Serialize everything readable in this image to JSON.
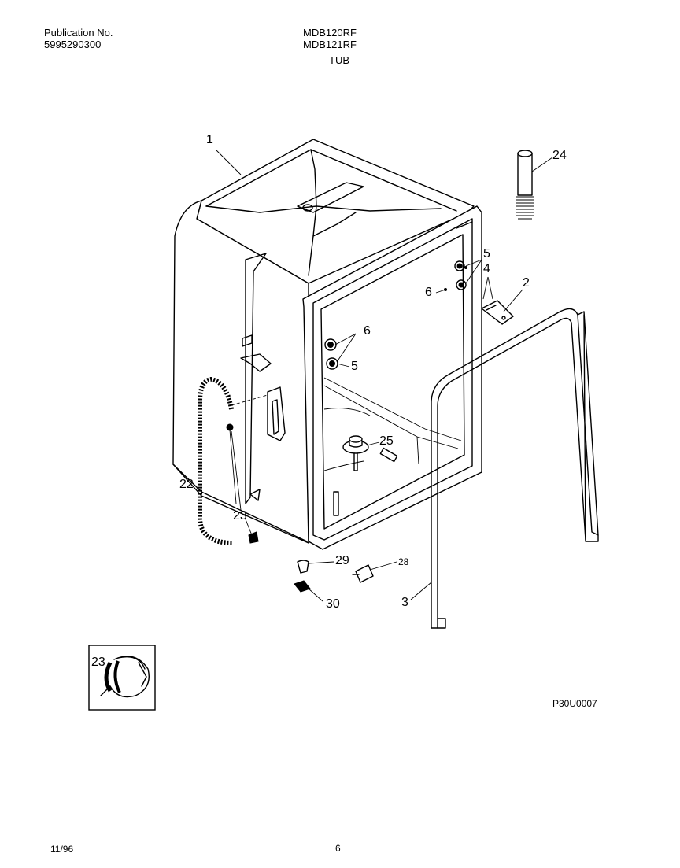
{
  "header": {
    "publication_label": "Publication No.",
    "publication_number": "5995290300",
    "model_1": "MDB120RF",
    "model_2": "MDB121RF",
    "section_title": "TUB"
  },
  "callouts": {
    "c1": "1",
    "c2": "2",
    "c3": "3",
    "c4": "4",
    "c5a": "5",
    "c5b": "5",
    "c6a": "6",
    "c6b": "6",
    "c22": "22",
    "c23": "23",
    "c23_inset": "23",
    "c24": "24",
    "c25": "25",
    "c28": "28",
    "c29": "29",
    "c30": "30"
  },
  "diagram_code": "P30U0007",
  "footer": {
    "date": "11/96",
    "page_number": "6"
  }
}
